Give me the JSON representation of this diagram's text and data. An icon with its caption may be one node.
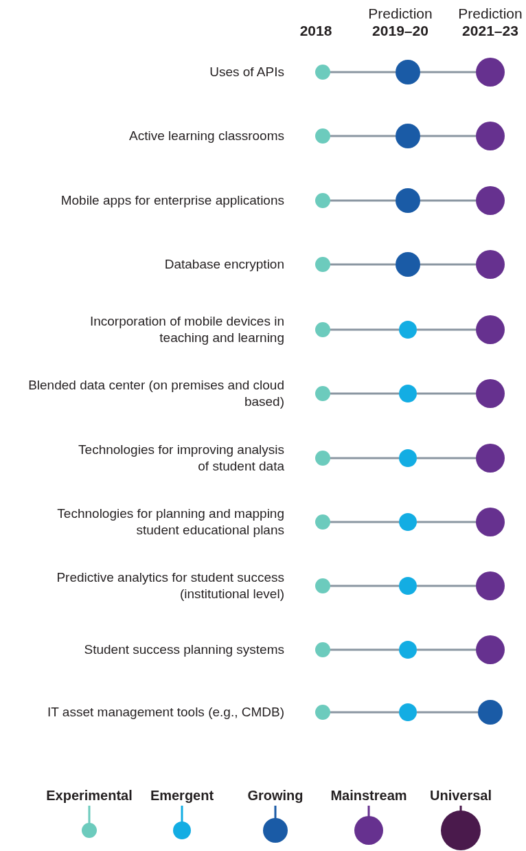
{
  "diagram": {
    "nodes": [
      {
        "text": [],
        "shape": "circle"
      },
      {
        "text": [],
        "shape": "circle"
      },
      {
        "text": [],
        "shape": "circle"
      },
      {
        "text": [],
        "shape": "circle"
      },
      {
        "text": [],
        "shape": "circle"
      },
      {
        "text": [],
        "shape": "circle"
      },
      {
        "text": [],
        "shape": "circle"
      },
      {
        "text": [],
        "shape": "circle"
      },
      {
        "text": [],
        "shape": "circle"
      },
      {
        "text": [],
        "shape": "circle"
      },
      {
        "text": [],
        "shape": "circle"
      },
      {
        "text": [],
        "shape": "circle"
      },
      {
        "text": [],
        "shape": "circle"
      },
      {
        "text": [],
        "shape": "circle"
      },
      {
        "text": [],
        "shape": "circle"
      },
      {
        "text": [],
        "shape": "circle"
      },
      {
        "text": [],
        "shape": "circle"
      },
      {
        "text": [],
        "shape": "circle"
      },
      {
        "text": [],
        "shape": "circle"
      },
      {
        "text": [],
        "shape": "circle"
      },
      {
        "text": [],
        "shape": "circle"
      },
      {
        "text": [],
        "shape": "circle"
      },
      {
        "text": [],
        "shape": "circle"
      },
      {
        "text": [],
        "shape": "circle"
      },
      {
        "text": [],
        "shape": "circle"
      },
      {
        "text": [],
        "shape": "circle"
      },
      {
        "text": [],
        "shape": "circle"
      },
      {
        "text": [],
        "shape": "circle"
      },
      {
        "text": [],
        "shape": "circle"
      },
      {
        "text": [],
        "shape": "circle"
      },
      {
        "text": [],
        "shape": "circle"
      },
      {
        "text": [],
        "shape": "circle"
      },
      {
        "text": [],
        "shape": "circle"
      }
    ],
    "edges": [
      {
        "from": 0,
        "to": 1,
        "arrow": "none"
      },
      {
        "from": 1,
        "to": 2,
        "arrow": "none"
      },
      {
        "from": 3,
        "to": 4,
        "arrow": "none"
      },
      {
        "from": 4,
        "to": 5,
        "arrow": "none"
      },
      {
        "from": 6,
        "to": 7,
        "arrow": "none"
      },
      {
        "from": 7,
        "to": 8,
        "arrow": "none"
      },
      {
        "from": 9,
        "to": 10,
        "arrow": "none"
      },
      {
        "from": 10,
        "to": 11,
        "arrow": "none"
      },
      {
        "from": 12,
        "to": 13,
        "arrow": "none"
      },
      {
        "from": 13,
        "to": 14,
        "arrow": "none"
      },
      {
        "from": 15,
        "to": 16,
        "arrow": "none"
      },
      {
        "from": 16,
        "to": 17,
        "arrow": "none"
      },
      {
        "from": 18,
        "to": 19,
        "arrow": "none"
      },
      {
        "from": 19,
        "to": 20,
        "arrow": "none"
      },
      {
        "from": 21,
        "to": 22,
        "arrow": "none"
      },
      {
        "from": 22,
        "to": 23,
        "arrow": "none"
      },
      {
        "from": 24,
        "to": 25,
        "arrow": "none"
      },
      {
        "from": 25,
        "to": 26,
        "arrow": "none"
      },
      {
        "from": 27,
        "to": 28,
        "arrow": "none"
      },
      {
        "from": 28,
        "to": 29,
        "arrow": "none"
      },
      {
        "from": 30,
        "to": 31,
        "arrow": "none"
      },
      {
        "from": 31,
        "to": 32,
        "arrow": "none"
      }
    ],
    "labels": [
      "2018",
      "Prediction",
      "2019–20",
      "Prediction",
      "2021–23",
      "Uses of APIs",
      "Active learning classrooms",
      "Mobile apps for enterprise applications",
      "Database encryption",
      "Incorporation of mobile devices in teaching and learning",
      "Blended data center (on premises and cloud based)",
      "Technologies for improving analysis of student data",
      "Technologies for planning and mapping student educational plans",
      "Predictive analytics for student success (institutional level)",
      "Student success planning systems",
      "IT asset management tools (e.g., CMDB)"
    ],
    "legend": [
      {
        "text": "Experimental",
        "color": "#6ccbbd"
      },
      {
        "text": "Emergent",
        "color": "#13ade3"
      },
      {
        "text": "Growing",
        "color": "#1a5ba6"
      },
      {
        "text": "Mainstream",
        "color": "#66318f"
      },
      {
        "text": "Universal",
        "color": "#4a1a4c"
      }
    ]
  }
}
